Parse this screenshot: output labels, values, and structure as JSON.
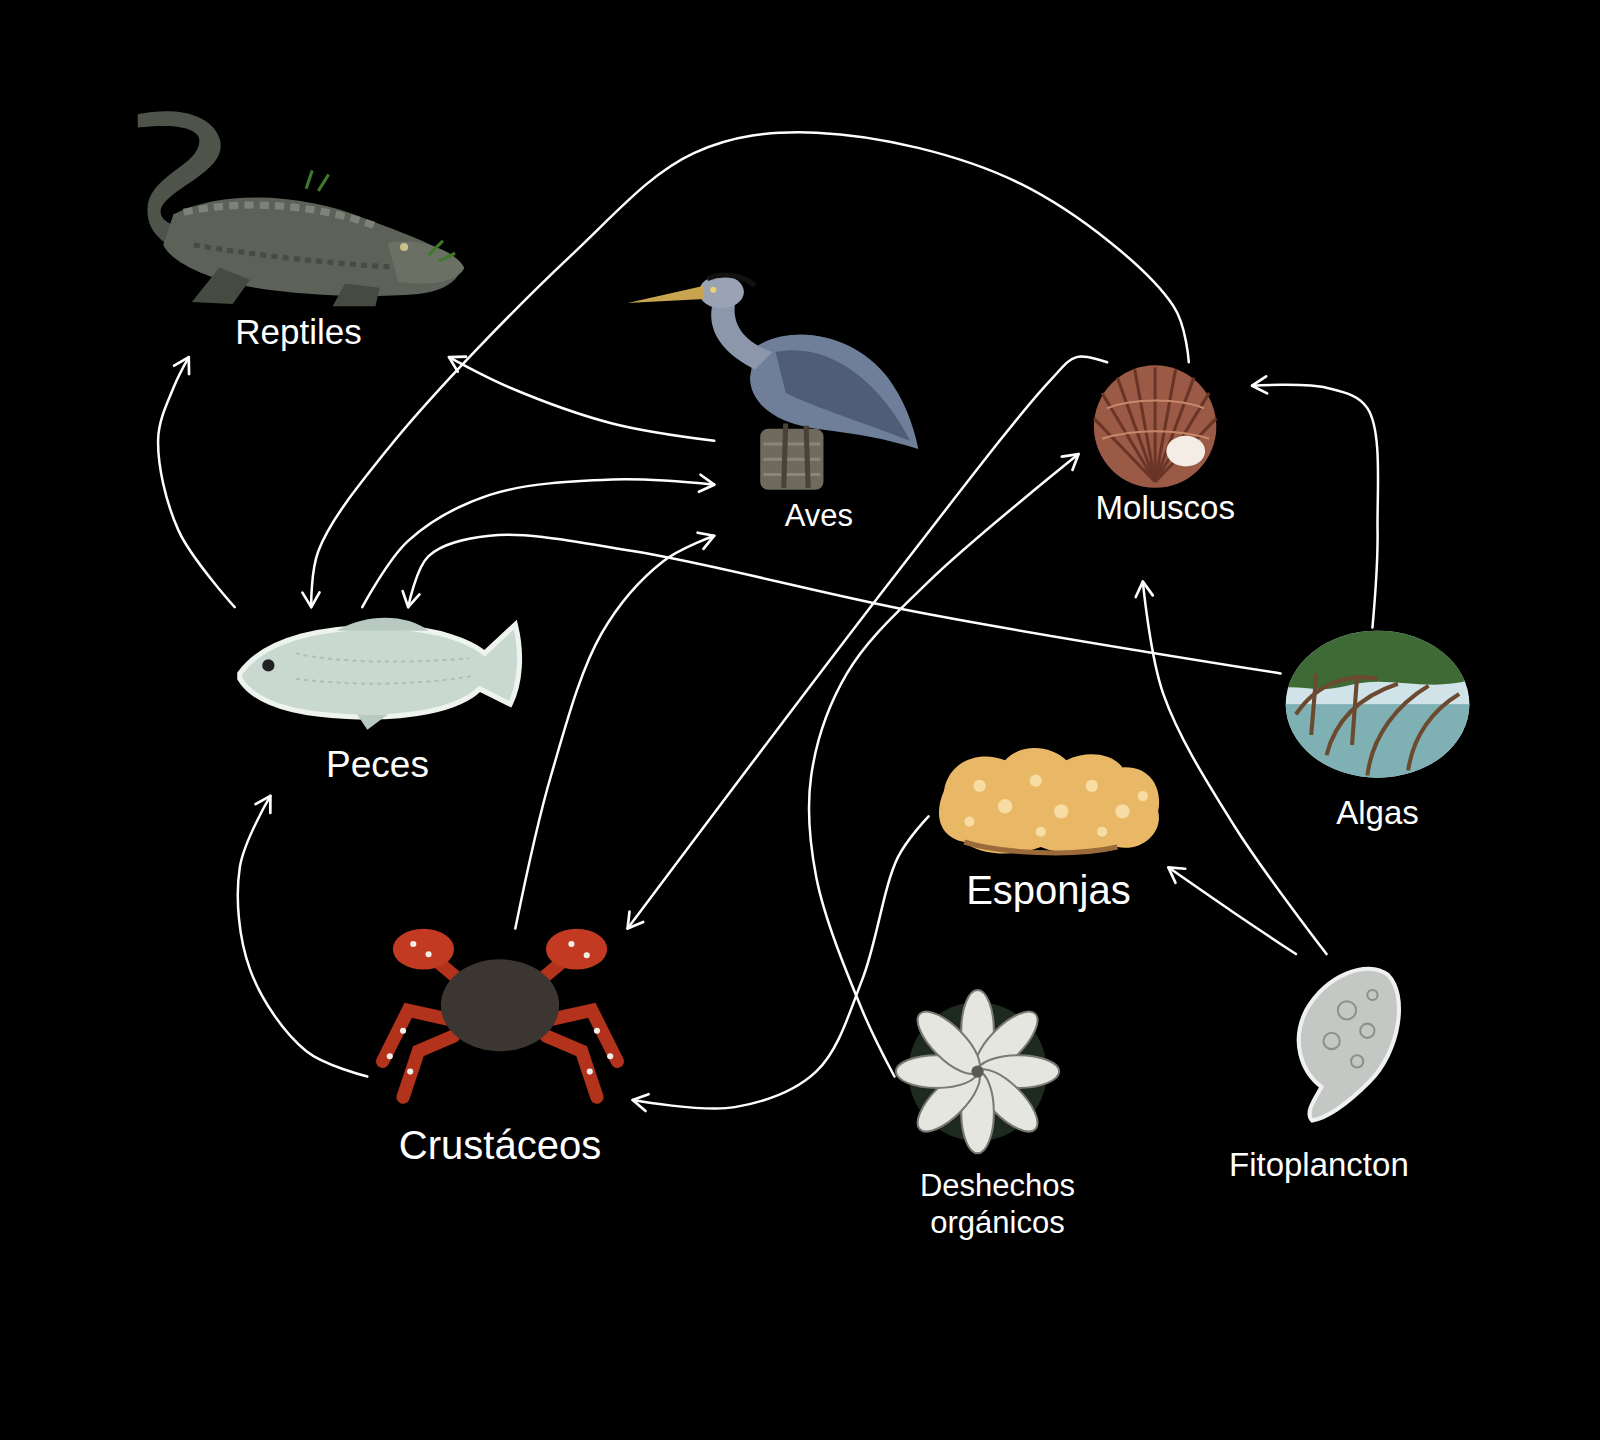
{
  "diagram": {
    "nodes": [
      {
        "text": [
          "Reptiles"
        ]
      },
      {
        "text": [
          "Aves"
        ]
      },
      {
        "text": [
          "Moluscos"
        ]
      },
      {
        "text": [
          "Peces"
        ]
      },
      {
        "text": [
          "Algas"
        ]
      },
      {
        "text": [
          "Esponjas"
        ]
      },
      {
        "text": [
          "Crustáceos"
        ]
      },
      {
        "text": [
          "Deshechos orgánicos"
        ]
      },
      {
        "text": [
          "Fitoplancton"
        ]
      }
    ],
    "edges": [
      {
        "from": 3,
        "to": 0,
        "arrow": "to"
      },
      {
        "from": 1,
        "to": 0,
        "arrow": "to"
      },
      {
        "from": 2,
        "to": 3,
        "arrow": "to"
      },
      {
        "from": 3,
        "to": 1,
        "arrow": "to"
      },
      {
        "from": 4,
        "to": 3,
        "arrow": "to"
      },
      {
        "from": 6,
        "to": 1,
        "arrow": "to"
      },
      {
        "from": 2,
        "to": 6,
        "arrow": "to"
      },
      {
        "from": 7,
        "to": 2,
        "arrow": "to"
      },
      {
        "from": 5,
        "to": 6,
        "arrow": "to"
      },
      {
        "from": 6,
        "to": 3,
        "arrow": "to"
      },
      {
        "from": 4,
        "to": 2,
        "arrow": "to"
      },
      {
        "from": 8,
        "to": 2,
        "arrow": "to"
      },
      {
        "from": 8,
        "to": 5,
        "arrow": "to"
      }
    ]
  }
}
